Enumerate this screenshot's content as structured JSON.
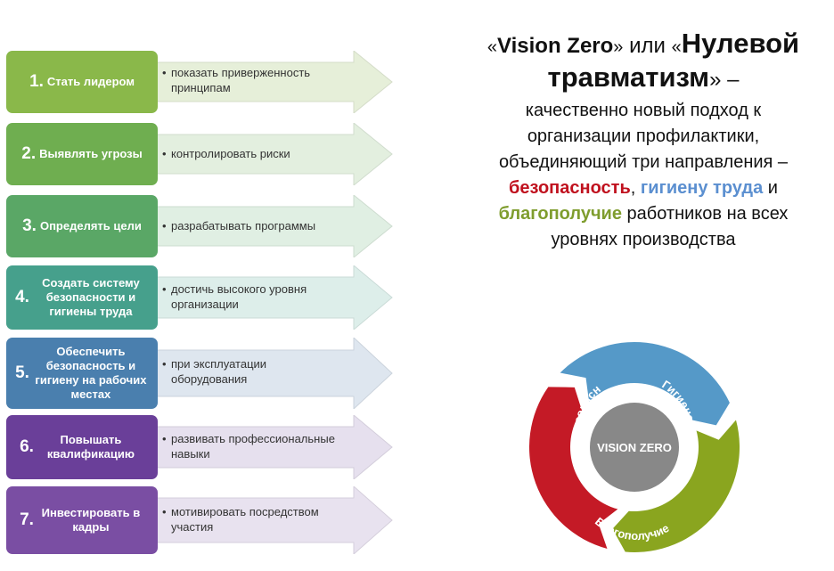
{
  "steps": [
    {
      "number": "1.",
      "label": "Стать лидером",
      "action": "показать приверженность принципам",
      "color": "#8ab84a",
      "arrow": "#e6efd9"
    },
    {
      "number": "2.",
      "label": "Выявлять угрозы",
      "action": "контролировать риски",
      "color": "#6fae50",
      "arrow": "#e3efdf"
    },
    {
      "number": "3.",
      "label": "Определять цели",
      "action": "разрабатывать программы",
      "color": "#5aa766",
      "arrow": "#e0efe3"
    },
    {
      "number": "4.",
      "label": "Создать систему безопасности и гигиены труда",
      "action": "достичь высокого уровня организации",
      "color": "#46a08c",
      "arrow": "#ddeeea"
    },
    {
      "number": "5.",
      "label": "Обеспечить безопасность и гигиену на рабочих местах",
      "action": "при эксплуатации оборудования",
      "color": "#4a7fae",
      "arrow": "#dee6ef"
    },
    {
      "number": "6.",
      "label": "Повышать квалификацию",
      "action": "развивать профессиональные навыки",
      "color": "#6a3f99",
      "arrow": "#e6e0ee"
    },
    {
      "number": "7.",
      "label": "Инвестировать в кадры",
      "action": "мотивировать посредством участия",
      "color": "#7a4ea3",
      "arrow": "#e8e2ef"
    }
  ],
  "bullet": "•",
  "title": {
    "open_quote": "«",
    "close_quote": "»",
    "vision_zero": "Vision Zero",
    "or": " или ",
    "zero_injuries_1": "Нулевой",
    "zero_injuries_2": "травматизм",
    "dash": " –",
    "line_a": "качественно новый подход к",
    "line_b": "организации профилактики,",
    "line_c": "объединяющий три направления –",
    "safety": "безопасность",
    "comma": ", ",
    "hygiene": "гигиену труда",
    "and": " и",
    "wellbeing": "благополучие",
    "line_e_rest": " работников на всех",
    "line_f": "уровнях производства"
  },
  "cycle": {
    "center_label": "VISION ZERO",
    "segments": [
      {
        "label": "Безопасность",
        "color": "#c41a26"
      },
      {
        "label": "Гигиена труда",
        "color": "#5599c8"
      },
      {
        "label": "Благополучие",
        "color": "#8aa51f"
      }
    ],
    "center_color": "#888888"
  }
}
